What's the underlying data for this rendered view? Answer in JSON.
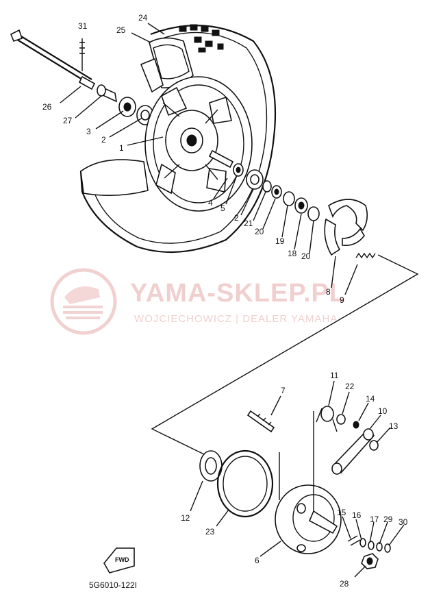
{
  "watermark": {
    "brand": "YAMA-SKLEP.PL",
    "dealer": "WOJCIECHOWICZ | DEALER YAMAHA",
    "color": "#e6a9a9"
  },
  "diagram_code": "5G6010-122I",
  "fwd_label": "FWD",
  "part_labels": {
    "p31": "31",
    "p24": "24",
    "p25": "25",
    "p26": "26",
    "p27": "27",
    "p3": "3",
    "p2a": "2",
    "p1": "1",
    "p4": "4",
    "p5": "5",
    "p2b": "2",
    "p21": "21",
    "p20a": "20",
    "p19": "19",
    "p18": "18",
    "p20b": "20",
    "p8": "8",
    "p9": "9",
    "p7": "7",
    "p11": "11",
    "p22": "22",
    "p14": "14",
    "p10": "10",
    "p13": "13",
    "p12": "12",
    "p23": "23",
    "p6": "6",
    "p15": "15",
    "p16": "16",
    "p17": "17",
    "p29": "29",
    "p30": "30",
    "p28": "28"
  }
}
